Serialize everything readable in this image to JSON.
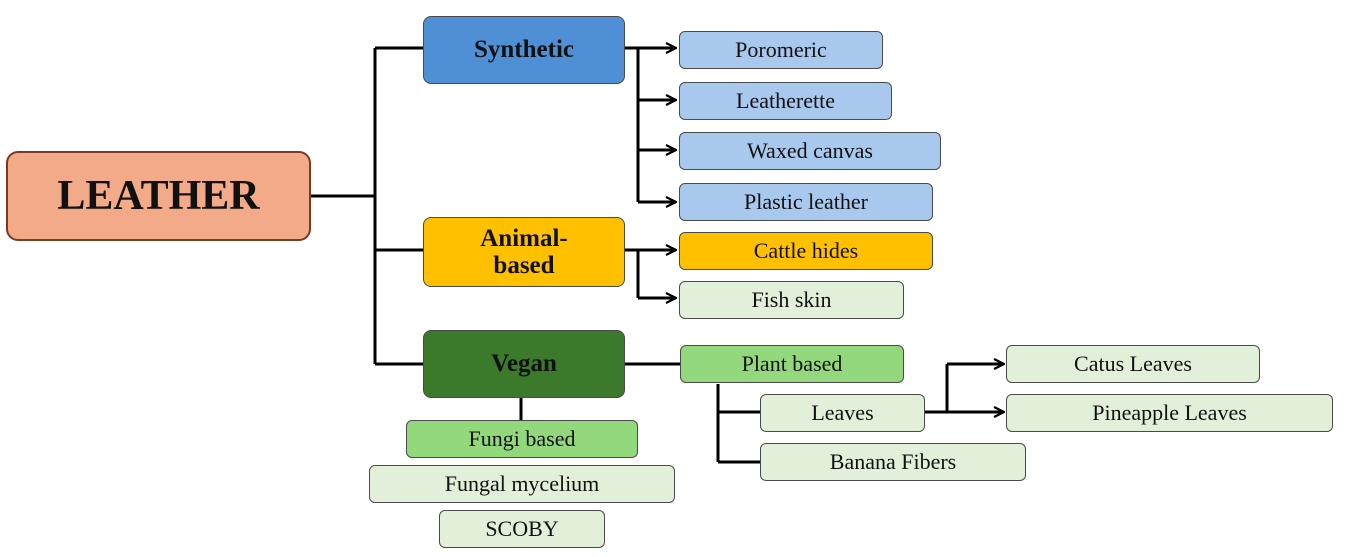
{
  "colors": {
    "root": "#f2aa88",
    "synthetic": "#4f8fd6",
    "synthetic_leaf": "#a9c8ee",
    "animal": "#ffc000",
    "animal_leaf": "#e2f0d9",
    "vegan": "#3a7a2a",
    "vegan_sub": "#93d87c",
    "vegan_leaf": "#e2f0d9",
    "line": "#000000"
  },
  "diagram": {
    "root": "LEATHER",
    "synthetic": {
      "label": "Synthetic",
      "items": [
        "Poromeric",
        "Leatherette",
        "Waxed canvas",
        "Plastic leather"
      ]
    },
    "animal": {
      "label": "Animal-based",
      "items": [
        "Cattle hides",
        "Fish skin"
      ]
    },
    "vegan": {
      "label": "Vegan",
      "plant": {
        "label": "Plant based",
        "items": [
          "Leaves",
          "Banana Fibers"
        ],
        "leaves_items": [
          "Catus Leaves",
          "Pineapple Leaves"
        ]
      },
      "fungi": {
        "label": "Fungi based",
        "items": [
          "Fungal mycelium",
          "SCOBY"
        ]
      }
    }
  }
}
